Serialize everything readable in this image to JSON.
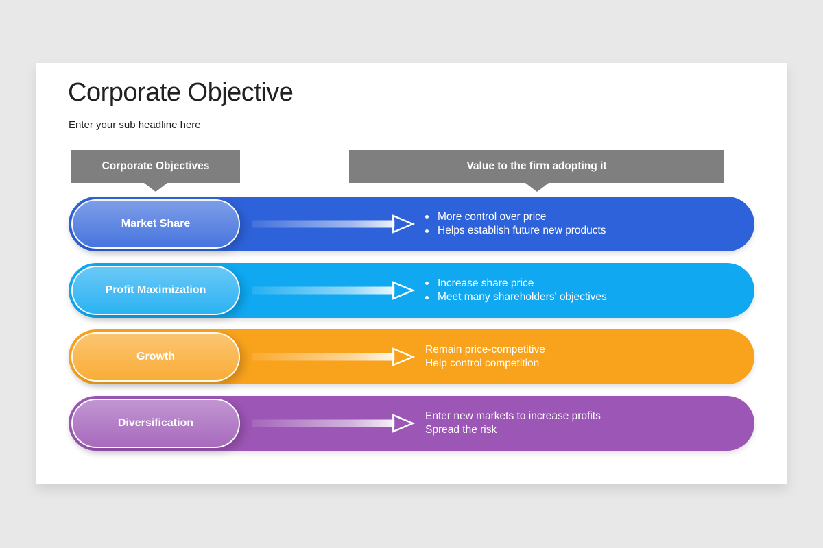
{
  "page": {
    "background_color": "#e9e8e8",
    "card_color": "#ffffff"
  },
  "header": {
    "title": "Corporate Objective",
    "subtitle": "Enter your sub headline here"
  },
  "column_headers": [
    {
      "label": "Corporate Objectives",
      "color": "#7f7f7f"
    },
    {
      "label": "Value to the firm adopting it",
      "color": "#7f7f7f"
    }
  ],
  "rows": [
    {
      "label": "Market Share",
      "color": "#2e62da",
      "items": [
        "More control over price",
        "Helps establish future new products"
      ]
    },
    {
      "label": "Profit Maximization",
      "color": "#0fa8f1",
      "items": [
        "Increase share price",
        "Meet many shareholders' objectives"
      ]
    },
    {
      "label": "Growth",
      "color": "#f9a21c",
      "items": [
        "Remain price-competitive",
        "Help control competition"
      ]
    },
    {
      "label": "Diversification",
      "color": "#9c56b5",
      "items": [
        "Enter new markets to increase profits",
        "Spread the risk"
      ]
    }
  ],
  "icons": {
    "arrow": "right-arrow"
  }
}
